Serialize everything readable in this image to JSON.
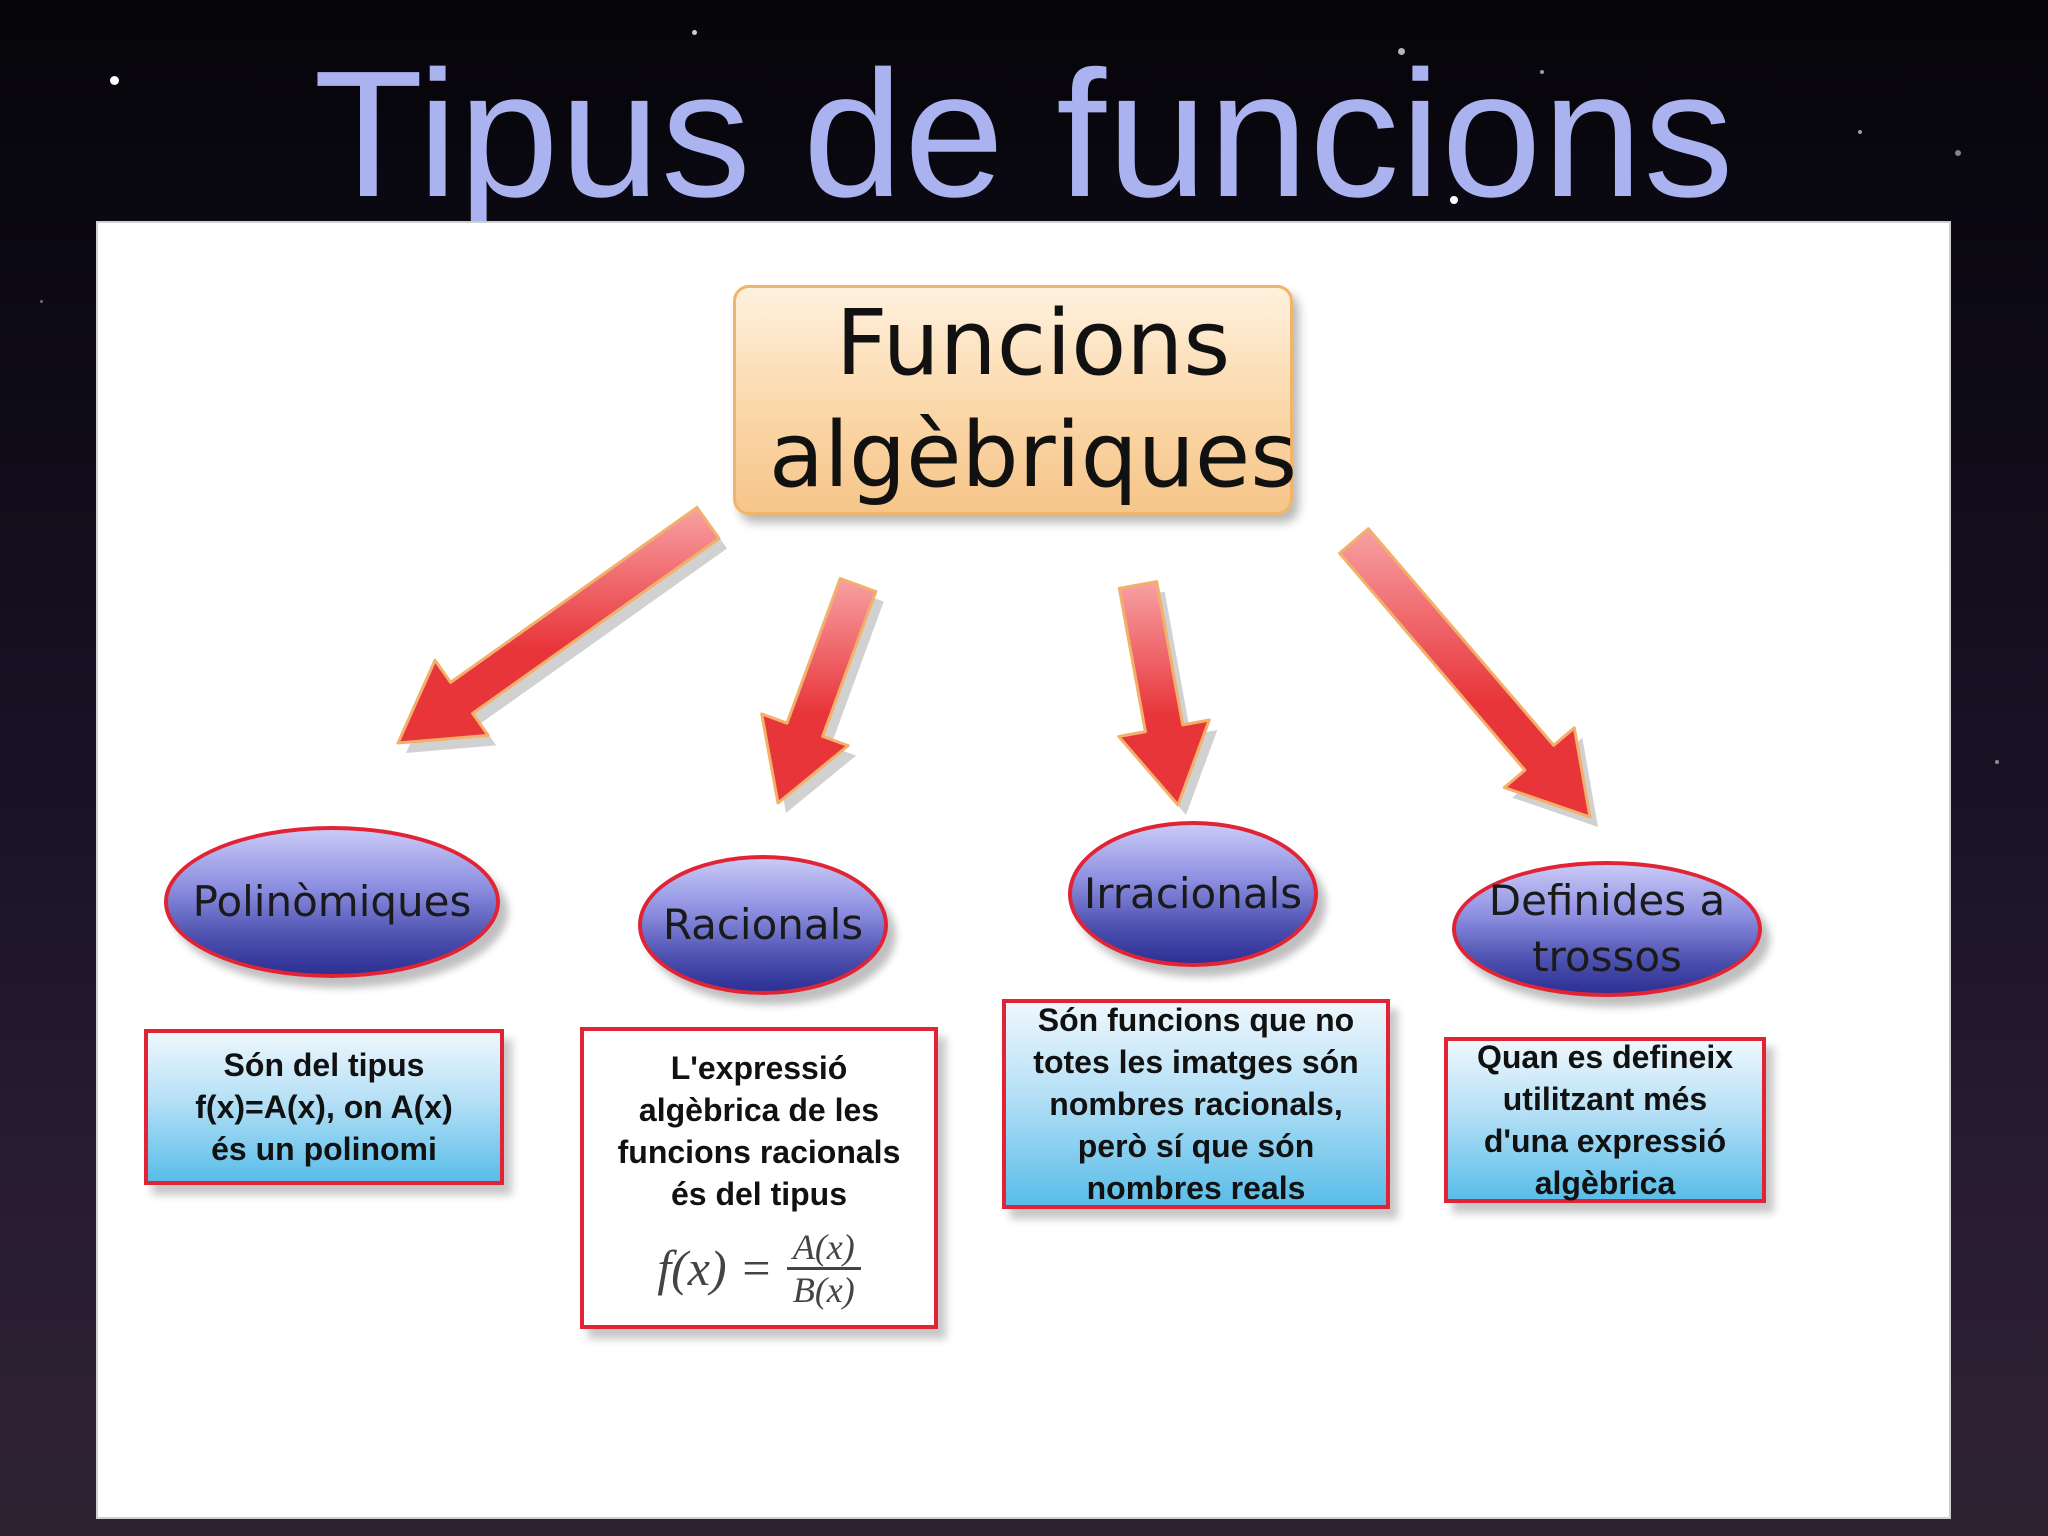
{
  "slide": {
    "title": "Tipus de funcions"
  },
  "diagram": {
    "root": {
      "label": "Funcions\nalgèbriques"
    },
    "branches": [
      {
        "label": "Polinòmiques",
        "description": "Són del tipus\nf(x)=A(x), on A(x)\nés un polinomi"
      },
      {
        "label": "Racionals",
        "description": "L'expressió\nalgèbrica de les\nfuncions racionals\nés del tipus",
        "formula": {
          "lhs": "f(x) =",
          "numerator": "A(x)",
          "denominator": "B(x)"
        }
      },
      {
        "label": "Irracionals",
        "description": "Són funcions que no\ntotes les imatges són\nnombres racionals,\nperò sí que són\nnombres reals"
      },
      {
        "label": "Definides a\ntrossos",
        "description": "Quan es defineix\nutilitzant més\nd'una expressió\nalgèbrica"
      }
    ]
  },
  "colors": {
    "title": "#aab3f0",
    "arrow": "#e8353a",
    "ellipse_border": "#e02436",
    "root_border": "#f0b56b"
  }
}
